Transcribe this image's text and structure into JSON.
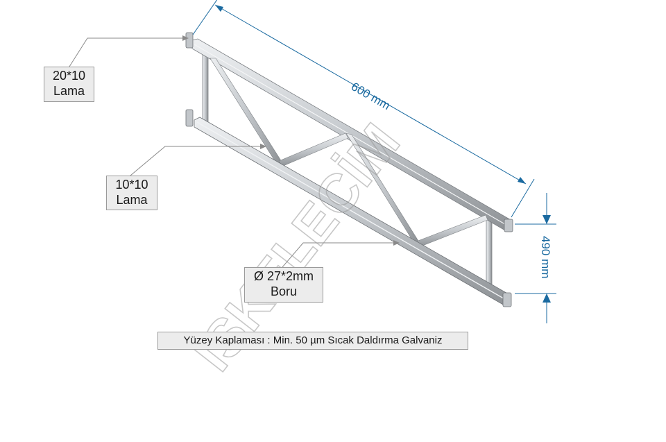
{
  "labels": {
    "top_flat_bar": {
      "line1": "20*10",
      "line2": "Lama"
    },
    "mid_flat_bar": {
      "line1": "10*10",
      "line2": "Lama"
    },
    "pipe": {
      "line1": "Ø 27*2mm",
      "line2": "Boru"
    }
  },
  "dimensions": {
    "length": "600 mm",
    "height": "490 mm"
  },
  "coating": "Yüzey Kaplaması : Min. 50 µm Sıcak Daldırma Galvaniz",
  "watermark": "İSKELECİM",
  "colors": {
    "dimension_line": "#1a6aa0",
    "leader_line": "#8a8a8a",
    "steel_light": "#d9dcdf",
    "steel_dark": "#8e9296",
    "label_bg": "#ececec"
  }
}
